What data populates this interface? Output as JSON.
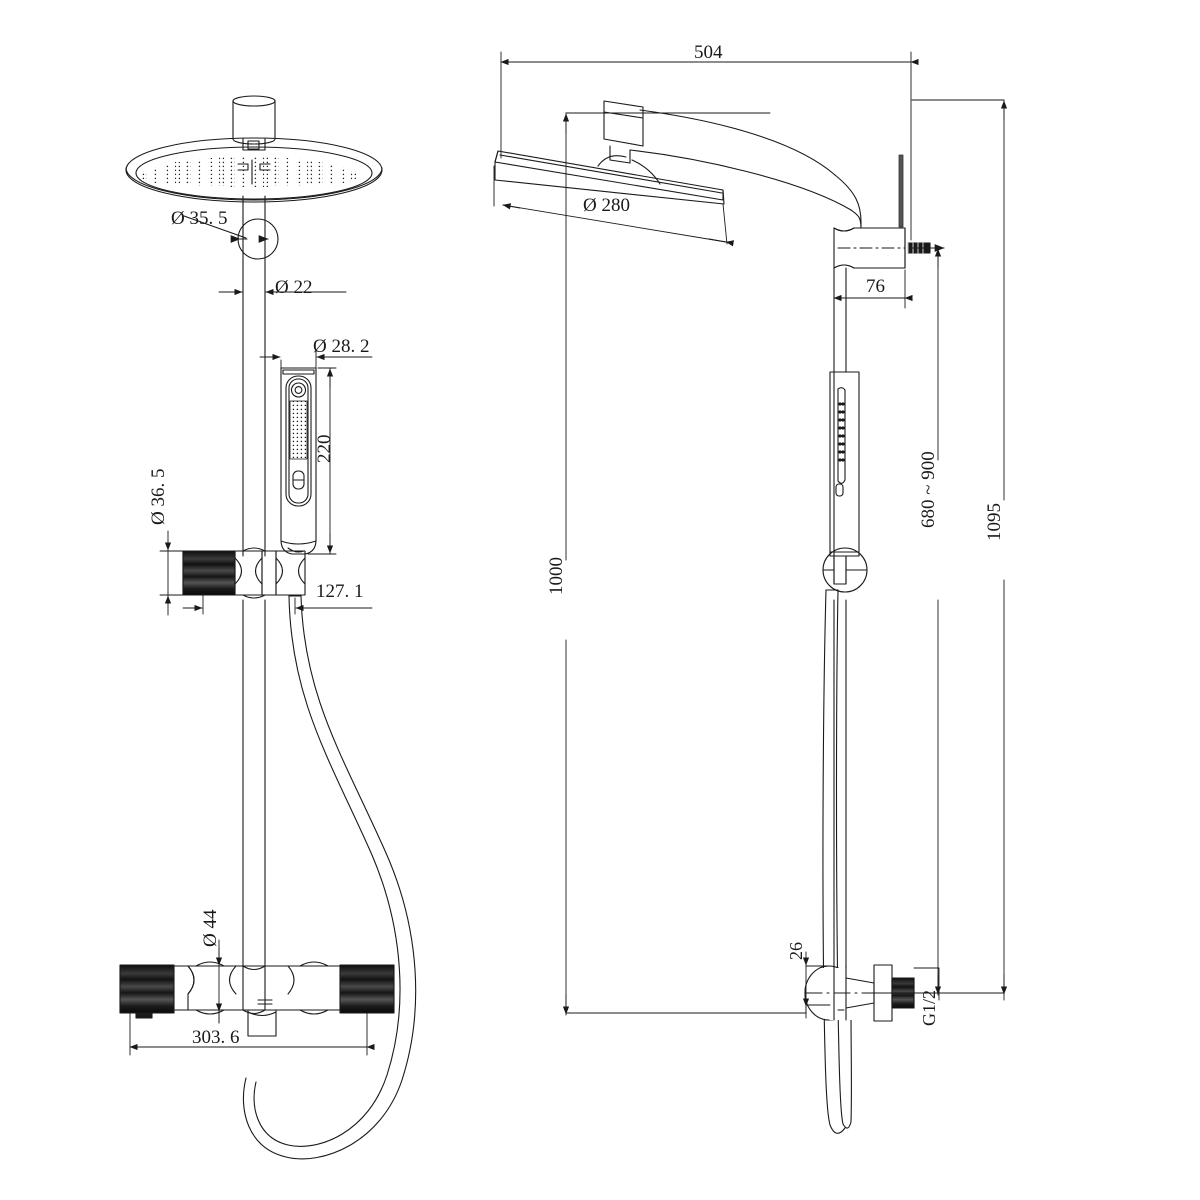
{
  "drawing": {
    "type": "technical-drawing",
    "subject": "Thermostatic shower column / rain shower set",
    "units": "mm",
    "projection": "two orthographic views: front elevation (left), side elevation (right)",
    "line_color": "#1a1a1a",
    "background_color": "#ffffff",
    "fill_dark": "#111111"
  },
  "views": {
    "front": {
      "name": "Front elevation",
      "components": [
        "overhead-rain-shower-head",
        "shower-head-swivel-joint",
        "vertical-riser-rail",
        "handheld-shower-wand",
        "sliding-bracket-holder",
        "flexible-hose",
        "thermostatic-mixer-valve",
        "valve-handle-left",
        "valve-handle-right"
      ]
    },
    "side": {
      "name": "Side elevation",
      "components": [
        "overhead-rain-shower-head-tilted",
        "shower-arm",
        "wall-outlet-elbow",
        "vertical-riser-rail",
        "handheld-shower-wand",
        "holder-ring",
        "flexible-hose",
        "mixer-valve-body",
        "wall-inlet-connector"
      ]
    }
  },
  "dimensions": {
    "front": [
      {
        "id": "dia-35-5",
        "label": "Ø 35. 5",
        "value": 35.5,
        "kind": "diameter",
        "note": "detail circle on riser"
      },
      {
        "id": "dia-22",
        "label": "Ø 22",
        "value": 22,
        "kind": "diameter",
        "note": "riser rail tube"
      },
      {
        "id": "dia-28-2",
        "label": "Ø 28. 2",
        "value": 28.2,
        "kind": "diameter",
        "note": "handheld wand body"
      },
      {
        "id": "len-220",
        "label": "220",
        "value": 220,
        "kind": "linear",
        "note": "handheld wand length"
      },
      {
        "id": "dia-36-5",
        "label": "Ø 36. 5",
        "value": 36.5,
        "kind": "diameter",
        "note": "sliding bracket"
      },
      {
        "id": "len-127-1",
        "label": "127. 1",
        "value": 127.1,
        "kind": "linear",
        "note": "bracket to hose outlet"
      },
      {
        "id": "dia-44",
        "label": "Ø 44",
        "value": 44,
        "kind": "diameter",
        "note": "mixer valve body"
      },
      {
        "id": "len-303-6",
        "label": "303. 6",
        "value": 303.6,
        "kind": "linear",
        "note": "overall mixer width"
      }
    ],
    "side": [
      {
        "id": "len-504",
        "label": "504",
        "value": 504,
        "kind": "linear",
        "note": "overall projection from wall"
      },
      {
        "id": "dia-280",
        "label": "Ø 280",
        "value": 280,
        "kind": "diameter",
        "note": "rain shower head"
      },
      {
        "id": "len-76",
        "label": "76",
        "value": 76,
        "kind": "linear",
        "note": "wall outlet length"
      },
      {
        "id": "len-1000",
        "label": "1000",
        "value": 1000,
        "kind": "linear",
        "note": "riser height"
      },
      {
        "id": "range-680-900",
        "label": "680 ~ 900",
        "value": "680~900",
        "kind": "adjustable-range",
        "note": "handheld holder height range"
      },
      {
        "id": "len-1095",
        "label": "1095",
        "value": 1095,
        "kind": "linear",
        "note": "overall height"
      },
      {
        "id": "len-26",
        "label": "26",
        "value": 26,
        "kind": "linear",
        "note": "valve centre offset"
      },
      {
        "id": "thread-g12",
        "label": "G1/2",
        "value": "G1/2",
        "kind": "thread",
        "note": "inlet thread size"
      }
    ]
  }
}
